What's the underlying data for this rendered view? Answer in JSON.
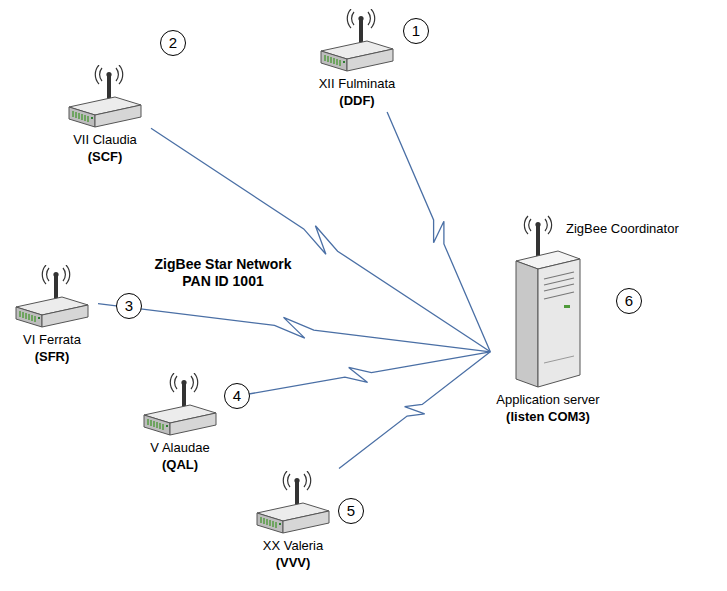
{
  "diagram": {
    "nodes": [
      {
        "text": [
          "XII Fulminata",
          "(DDF)"
        ]
      },
      {
        "text": [
          "VII Claudia",
          "(SCF)"
        ]
      },
      {
        "text": [
          "VI Ferrata",
          "(SFR)"
        ]
      },
      {
        "text": [
          "V Alaudae",
          "(QAL)"
        ]
      },
      {
        "text": [
          "XX Valeria",
          "(VVV)"
        ]
      },
      {
        "text": [
          "Application server",
          "(listen COM3)"
        ]
      }
    ],
    "edges": [
      {
        "from": 0,
        "to": 5,
        "arrow": "none"
      },
      {
        "from": 1,
        "to": 5,
        "arrow": "none"
      },
      {
        "from": 2,
        "to": 5,
        "arrow": "none"
      },
      {
        "from": 3,
        "to": 5,
        "arrow": "none"
      },
      {
        "from": 4,
        "to": 5,
        "arrow": "none"
      }
    ],
    "labels": [
      "1",
      "2",
      "3",
      "4",
      "5",
      "6",
      "ZigBee Coordinator",
      "ZigBee Star Network PAN ID 1001"
    ]
  }
}
